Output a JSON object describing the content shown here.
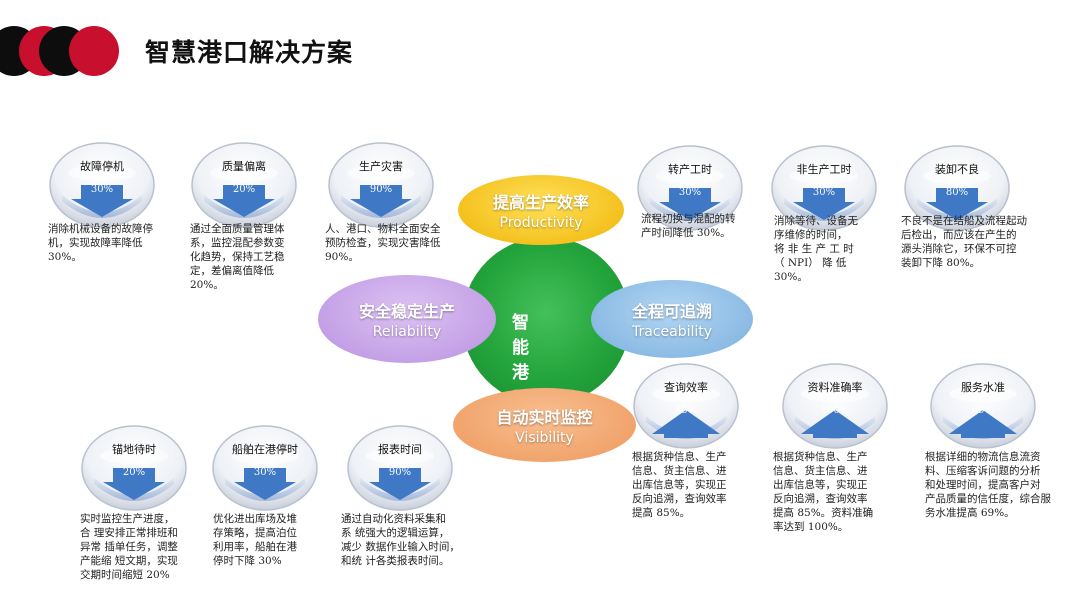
{
  "page": {
    "title": "智慧港口解决方案"
  },
  "colors": {
    "accent_red": "#c8102e",
    "hub_green": "#22a33a",
    "yellow": "#f6c421",
    "purple": "#c9a8e8",
    "blue": "#8fbde6",
    "orange": "#f2a774",
    "gauge_blue": "#3f78c4"
  },
  "hub": {
    "center": "智能港口",
    "top": {
      "zh": "提高生产效率",
      "en": "Productivity"
    },
    "left": {
      "zh": "安全稳定生产",
      "en": "Reliability"
    },
    "right": {
      "zh": "全程可追溯",
      "en": "Traceability"
    },
    "bottom": {
      "zh": "自动实时监控",
      "en": "Visibility"
    }
  },
  "metrics": [
    {
      "title": "故障停机",
      "value": "30%",
      "style": "down",
      "desc": "消除机械设备的故障停\n机，实现故障率降低\n30%。"
    },
    {
      "title": "质量偏离",
      "value": "20%",
      "style": "down",
      "desc": "通过全面质量管理体\n系，监控混配参数变\n化趋势，保持工艺稳\n定，差偏离值降低\n20%。"
    },
    {
      "title": "生产灾害",
      "value": "90%",
      "style": "down",
      "desc": "人、港口、物料全面安全\n预防检查，实现灾害降低\n90%。"
    },
    {
      "title": "转产工时",
      "value": "30%",
      "style": "down",
      "desc": "流程切换与混配的转\n产时间降低 30%。"
    },
    {
      "title": "非生产工时",
      "value": "30%",
      "style": "down",
      "desc": "消除等待、设备无\n序维修的时间，\n将 非 生 产 工 时\n（ NPI） 降 低\n30%。"
    },
    {
      "title": "装卸不良",
      "value": "80%",
      "style": "down",
      "desc": "不良不是在结船及流程起动\n后检出，而应该在产生的\n源头消除它，环保不可控\n装卸下降 80%。"
    },
    {
      "title": "查询效率",
      "value": "85%",
      "style": "up",
      "desc": "根据货种信息、生产\n信息、货主信息、进\n出库信息等，实现正\n反向追溯，查询效率\n提高 85%。"
    },
    {
      "title": "资料准确率",
      "value": "100%",
      "style": "up",
      "desc": "根据货种信息、生产\n信息、货主信息、进\n出库信息等，实现正\n反向追溯，查询效率\n提高 85%。资料准确\n率达到 100%。"
    },
    {
      "title": "服务水准",
      "value": "69%",
      "style": "up",
      "desc": "根据详细的物流信息流资\n料、压缩客诉问题的分析\n和处理时间，提高客户对\n产品质量的信任度，综合服\n务水准提高 69%。"
    },
    {
      "title": "锚地待时",
      "value": "20%",
      "style": "down",
      "desc": "实时监控生产进度，\n合 理安排正常排班和\n异常 插单任务，调整\n产能缩 短文期，实现\n交期时间缩短 20%"
    },
    {
      "title": "船舶在港停时",
      "value": "30%",
      "style": "down",
      "desc": "优化进出库场及堆\n存策略，提高泊位\n利用率，船舶在港\n停时下降 30%"
    },
    {
      "title": "报表时间",
      "value": "90%",
      "style": "down",
      "desc": "通过自动化资料采集和\n系 统强大的逻辑运算，\n减少 数据作业输入时间，\n和统 计各类报表时间。"
    }
  ]
}
